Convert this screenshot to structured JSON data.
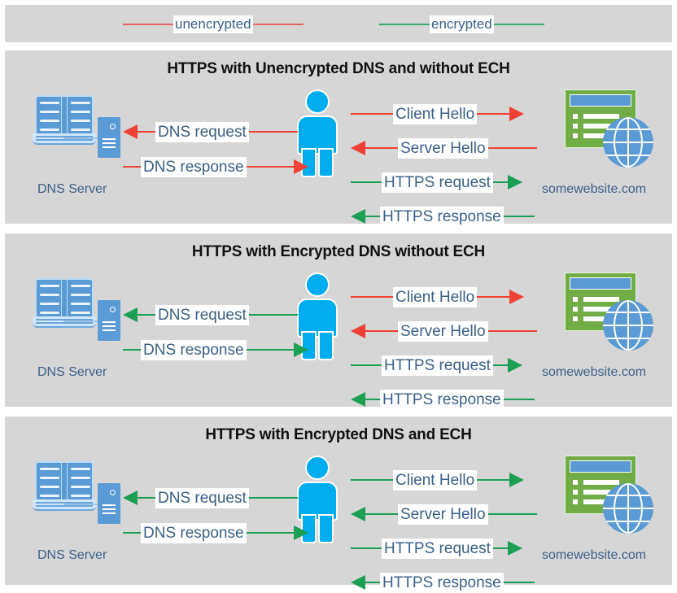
{
  "legend": {
    "items": [
      {
        "label": "unencrypted",
        "color": "#e06666",
        "kind": "red"
      },
      {
        "label": "encrypted",
        "color": "#3aa76d",
        "kind": "green"
      }
    ]
  },
  "panels": [
    {
      "title": "HTTPS with Unencrypted DNS and without ECH",
      "dns_label": "DNS Server",
      "site_label": "somewebsite.com",
      "arrows": [
        {
          "label": "DNS request",
          "direction": "left",
          "color": "red"
        },
        {
          "label": "DNS response",
          "direction": "right",
          "color": "red"
        },
        {
          "label": "Client Hello",
          "direction": "right",
          "color": "red"
        },
        {
          "label": "Server Hello",
          "direction": "left",
          "color": "red"
        },
        {
          "label": "HTTPS request",
          "direction": "right",
          "color": "green"
        },
        {
          "label": "HTTPS response",
          "direction": "left",
          "color": "green"
        }
      ]
    },
    {
      "title": "HTTPS with Encrypted DNS without ECH",
      "dns_label": "DNS Server",
      "site_label": "somewebsite.com",
      "arrows": [
        {
          "label": "DNS request",
          "direction": "left",
          "color": "green"
        },
        {
          "label": "DNS response",
          "direction": "right",
          "color": "green"
        },
        {
          "label": "Client Hello",
          "direction": "right",
          "color": "red"
        },
        {
          "label": "Server Hello",
          "direction": "left",
          "color": "red"
        },
        {
          "label": "HTTPS request",
          "direction": "right",
          "color": "green"
        },
        {
          "label": "HTTPS response",
          "direction": "left",
          "color": "green"
        }
      ]
    },
    {
      "title": "HTTPS with Encrypted DNS and ECH",
      "dns_label": "DNS Server",
      "site_label": "somewebsite.com",
      "arrows": [
        {
          "label": "DNS request",
          "direction": "left",
          "color": "green"
        },
        {
          "label": "DNS response",
          "direction": "right",
          "color": "green"
        },
        {
          "label": "Client Hello",
          "direction": "right",
          "color": "green"
        },
        {
          "label": "Server Hello",
          "direction": "left",
          "color": "green"
        },
        {
          "label": "HTTPS request",
          "direction": "right",
          "color": "green"
        },
        {
          "label": "HTTPS response",
          "direction": "left",
          "color": "green"
        }
      ]
    }
  ],
  "colors": {
    "panel_background": "#d6d6d6",
    "page_background": "#ffffff",
    "unencrypted_line": "#ef4136",
    "encrypted_line": "#1d9e55",
    "label_text": "#3c6087",
    "person": "#00AEEF",
    "dns_icon": "#5b9bd5",
    "website_window": "#70AD47",
    "title_text": "#111111"
  },
  "icons": {
    "dns_server": "book-server-icon",
    "client": "person-icon",
    "website": "browser-window-globe-icon"
  }
}
